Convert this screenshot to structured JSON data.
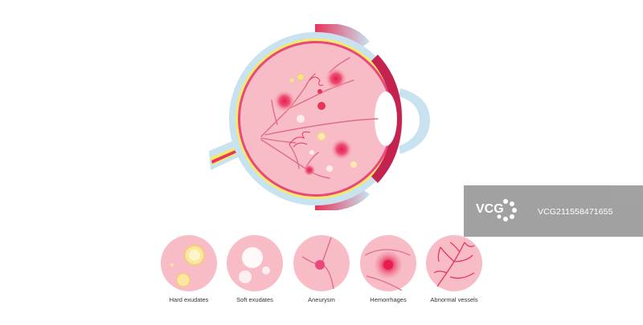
{
  "conditions": [
    {
      "label": "Hard exudates",
      "icon": "hard-exudates"
    },
    {
      "label": "Soft exudates",
      "icon": "soft-exudates"
    },
    {
      "label": "Aneurysm",
      "icon": "aneurysm"
    },
    {
      "label": "Hemorrhages",
      "icon": "hemorrhages"
    },
    {
      "label": "Abnormal vessels",
      "icon": "abnormal-vessels"
    }
  ],
  "watermark": {
    "logo_text": "VCG",
    "id_text": "VCG211558471655"
  },
  "colors": {
    "retina": "#f7bcc6",
    "vessel": "#de6d8c",
    "hemorrhage": "#e8345a",
    "sclera": "#c8e2f0",
    "yellow_layer": "#f6ea6a",
    "exudate": "#f6e38c"
  }
}
